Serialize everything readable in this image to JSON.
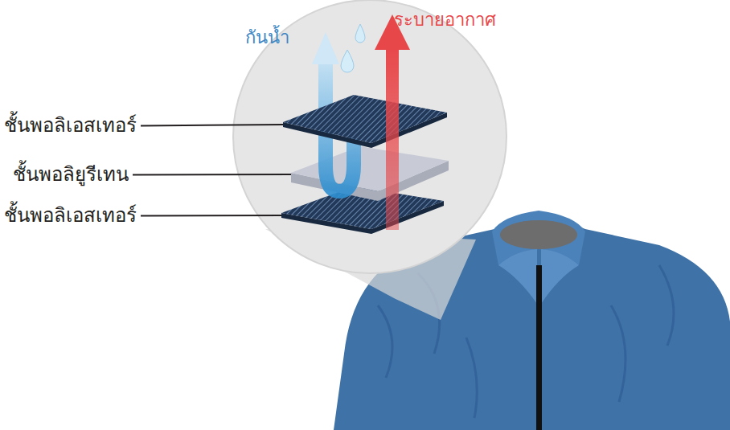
{
  "diagram": {
    "labels": [
      "ระบายอากาศ",
      "กันน้ำ",
      "ชั้นพอลิเอสเทอร์",
      "ชั้นพอลิยูรีเทน",
      "ชั้นพอลิเอสเทอร์"
    ]
  }
}
